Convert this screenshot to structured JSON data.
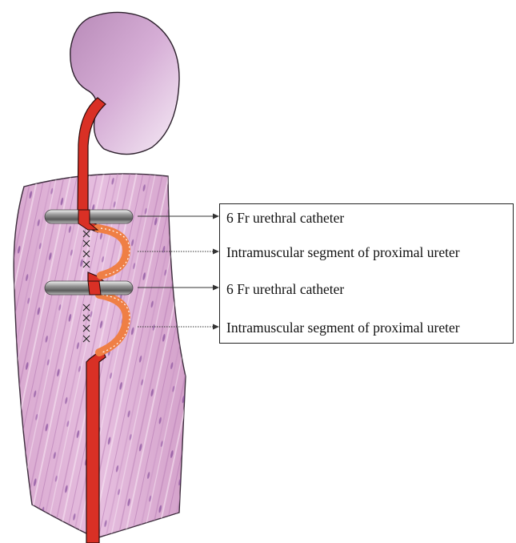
{
  "labels": [
    "6 Fr urethral catheter",
    "Intramuscular segment of proximal ureter",
    "6 Fr urethral catheter",
    "Intramuscular segment of proximal ureter"
  ],
  "colors": {
    "kidney": "#d6aed6",
    "ureter": "#d93025",
    "ureter_outline": "#2a0a0a",
    "intramuscular_segment": "#ef7f45",
    "muscle_base": "#d8a8cf",
    "muscle_fiber": "#b77ab5",
    "catheter": "#9e9e9e"
  }
}
